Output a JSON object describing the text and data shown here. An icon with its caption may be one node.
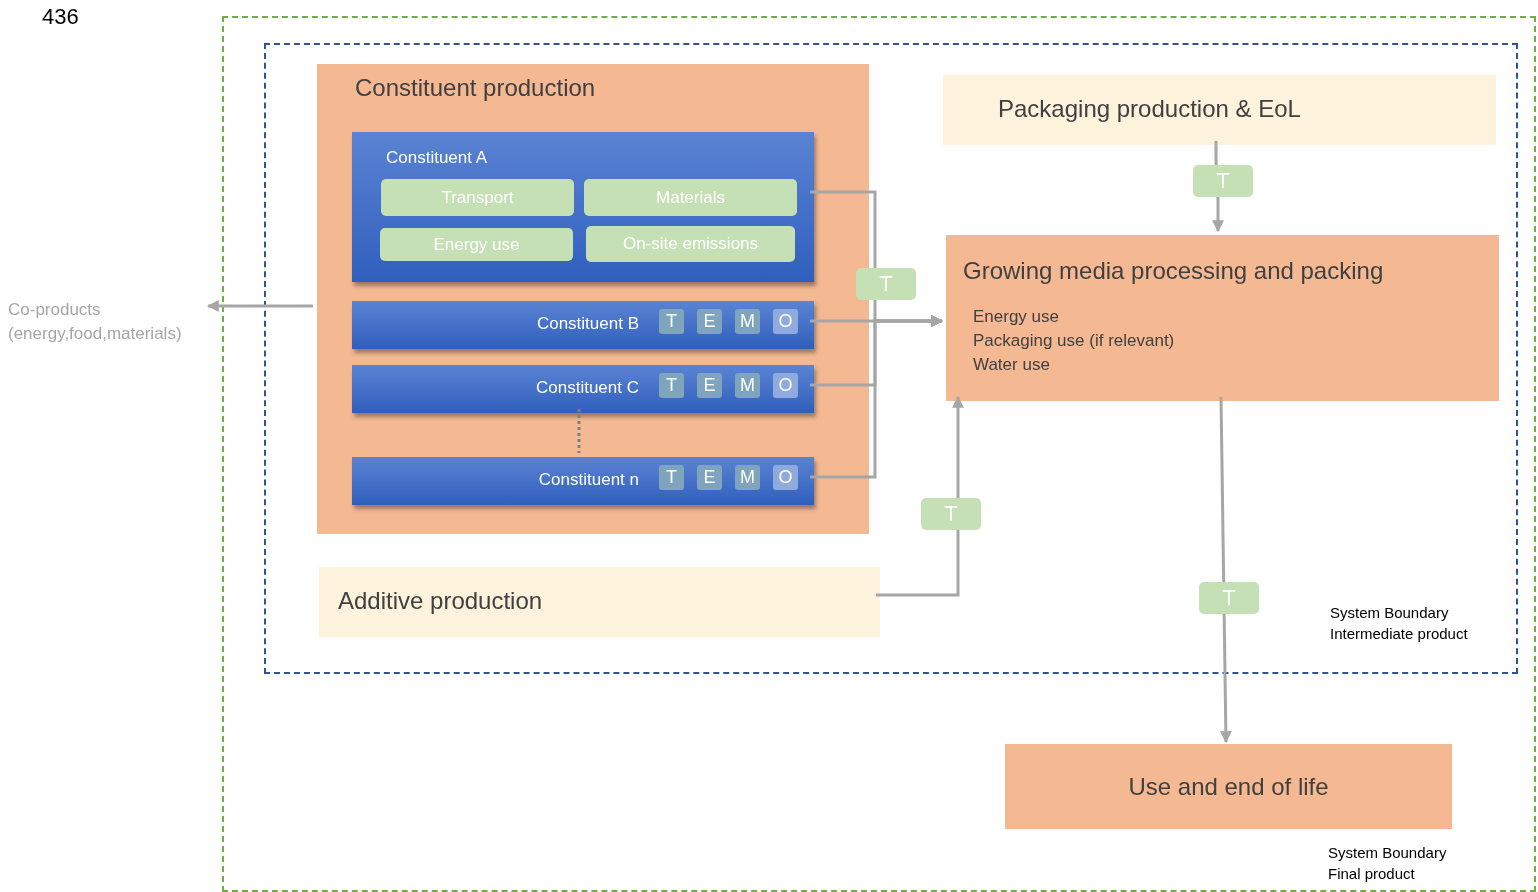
{
  "diagram": {
    "nodes": [
      {
        "text": [],
        "shape": "box",
        "beside": [
          "System Boundary Final product"
        ]
      },
      {
        "text": [],
        "shape": "box",
        "in": 0,
        "beside": [
          "System Boundary Intermediate product"
        ]
      },
      {
        "text": [
          "Constituent production"
        ],
        "in": 1
      },
      {
        "text": [
          "Constituent A"
        ],
        "in": 2
      },
      {
        "text": [
          "Transport"
        ],
        "in": 3
      },
      {
        "text": [
          "Materials"
        ],
        "in": 3
      },
      {
        "text": [
          "Energy use"
        ],
        "in": 3
      },
      {
        "text": [
          "On-site emissions"
        ],
        "in": 3
      },
      {
        "text": [
          "Constituent B",
          "T",
          "E",
          "M",
          "O"
        ],
        "in": 2
      },
      {
        "text": [
          "Constituent C",
          "T",
          "E",
          "M",
          "O"
        ],
        "in": 2
      },
      {
        "text": [
          "Constituent n",
          "T",
          "E",
          "M",
          "O"
        ],
        "in": 2
      },
      {
        "text": [
          "Packaging production & EoL"
        ],
        "in": 1
      },
      {
        "text": [
          "Growing media processing and packing",
          "Energy use",
          "Packaging use (if relevant)",
          "Water use"
        ],
        "in": 1
      },
      {
        "text": [
          "Additive production"
        ],
        "in": 1
      },
      {
        "text": [
          "Use and end of life"
        ],
        "in": 0
      },
      {
        "text": [
          "Co-products (energy,food,materials)"
        ]
      }
    ],
    "edges": [
      {
        "from": 3,
        "to": 12,
        "arrow": "to",
        "label": "T"
      },
      {
        "from": 8,
        "to": 12,
        "arrow": "to"
      },
      {
        "from": 9,
        "to": 12,
        "arrow": "to"
      },
      {
        "from": 10,
        "to": 12,
        "arrow": "to"
      },
      {
        "from": 11,
        "to": 12,
        "arrow": "to",
        "label": "T"
      },
      {
        "from": 13,
        "to": 12,
        "arrow": "to",
        "label": "T"
      },
      {
        "from": 12,
        "to": 14,
        "arrow": "to",
        "label": "T"
      },
      {
        "from": 2,
        "to": 15,
        "arrow": "to"
      },
      {
        "from": 9,
        "to": 10,
        "arrow": "none",
        "style": "dashed",
        "color": "#7f7f7f"
      }
    ],
    "labels": [
      "436"
    ]
  }
}
